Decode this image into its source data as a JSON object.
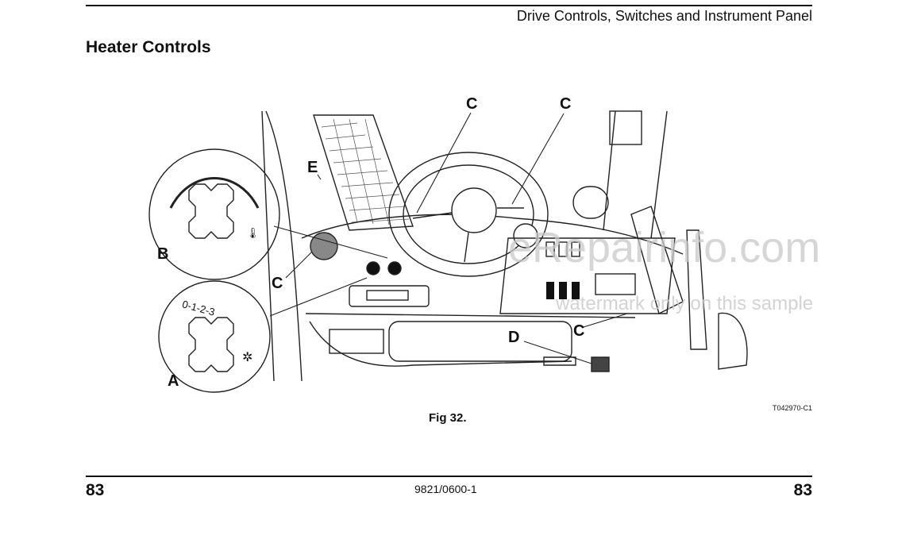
{
  "header": {
    "section_title": "Drive Controls, Switches and Instrument Panel"
  },
  "heading": "Heater Controls",
  "figure": {
    "callouts": {
      "a": "A",
      "b": "B",
      "c": "C",
      "d": "D",
      "e": "E"
    },
    "dial_a_scale": "0-1-2-3",
    "code": "T042970-C1",
    "caption": "Fig 32.",
    "watermark": {
      "main": "eRepairinfo.com",
      "sub": "watermark only on this sample"
    }
  },
  "footer": {
    "page_left": "83",
    "doc_number": "9821/0600-1",
    "page_right": "83"
  }
}
